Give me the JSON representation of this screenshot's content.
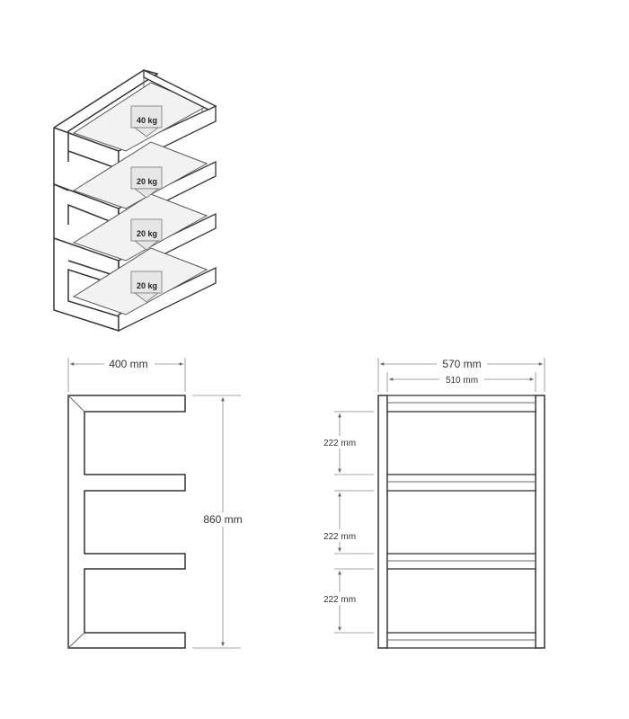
{
  "side_view": {
    "width_label": "400 mm",
    "height_label": "860 mm"
  },
  "front_view": {
    "outer_width_label": "570 mm",
    "inner_width_label": "510 mm",
    "shelf_gaps": [
      {
        "label": "222 mm"
      },
      {
        "label": "222 mm"
      },
      {
        "label": "222 mm"
      }
    ]
  },
  "isometric": {
    "loads": [
      {
        "label": "40 kg"
      },
      {
        "label": "20 kg"
      },
      {
        "label": "20 kg"
      },
      {
        "label": "20 kg"
      }
    ]
  }
}
